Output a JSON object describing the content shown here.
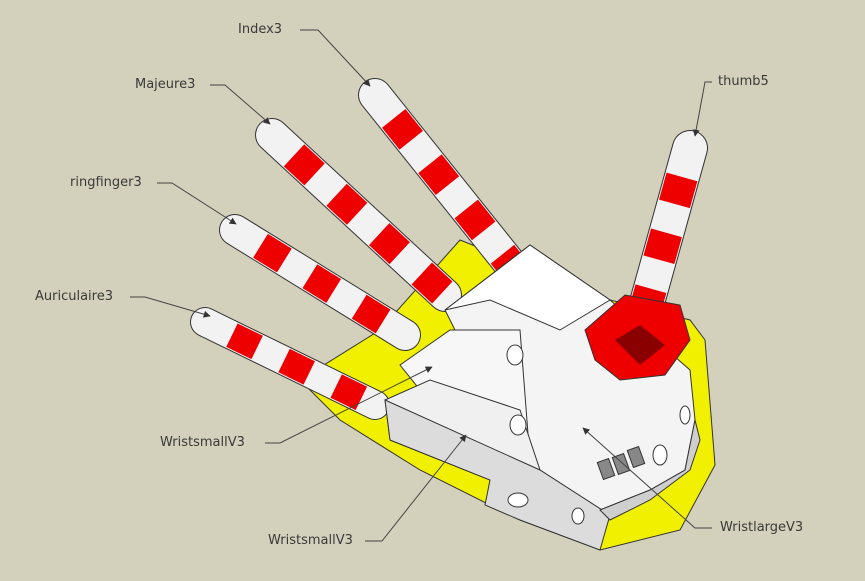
{
  "labels": {
    "index": "Index3",
    "majeure": "Majeure3",
    "ringfinger": "ringfinger3",
    "auriculaire": "Auriculaire3",
    "wristsmall_a": "WristsmallV3",
    "wristsmall_b": "WristsmallV3",
    "wristlarge": "WristlargeV3",
    "thumb": "thumb5"
  },
  "colors": {
    "background": "#d3d0bb",
    "joint": "#ee0000",
    "body": "#f2f2f2",
    "base": "#f0f000"
  }
}
